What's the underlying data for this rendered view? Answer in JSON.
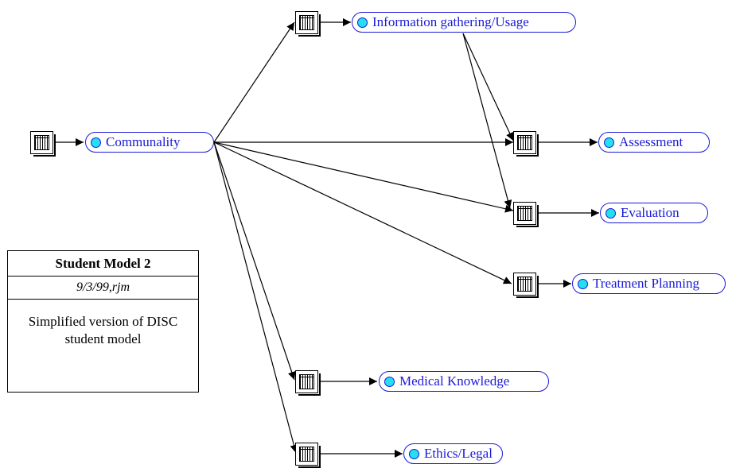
{
  "nodes": {
    "communality": "Communality",
    "info": "Information gathering/Usage",
    "assessment": "Assessment",
    "evaluation": "Evaluation",
    "treatment": "Treatment Planning",
    "medical": "Medical Knowledge",
    "ethics": "Ethics/Legal"
  },
  "model_box": {
    "title": "Student Model 2",
    "date": "9/3/99,rjm",
    "description": "Simplified version of DISC student model"
  },
  "colors": {
    "node_border": "#1a1ad8",
    "node_text": "#1a1ad8",
    "node_dot": "#22e0f0",
    "edge": "#000000"
  }
}
